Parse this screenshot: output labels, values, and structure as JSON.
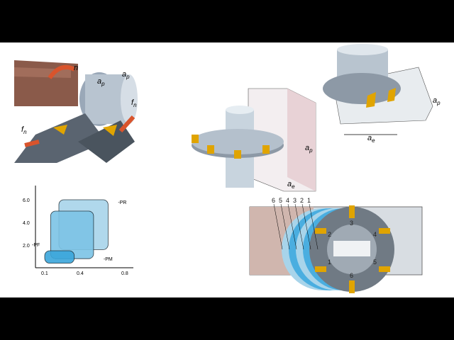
{
  "turning": {
    "spindle_label": "n",
    "depth_label": "a",
    "depth_sub": "p",
    "feed_label": "f",
    "feed_sub": "n"
  },
  "disc_mill": {
    "depth_label": "a",
    "depth_sub": "p",
    "width_label": "a",
    "width_sub": "e"
  },
  "face_mill": {
    "depth_label": "a",
    "depth_sub": "p",
    "width_label": "a",
    "width_sub": "e"
  },
  "cutter_passes": {
    "pass_numbers": [
      "6",
      "5",
      "4",
      "3",
      "2",
      "1"
    ],
    "insert_numbers": [
      "1",
      "2",
      "3",
      "4",
      "5",
      "6"
    ]
  },
  "chart_data": {
    "type": "area",
    "title": "",
    "xlabel": "",
    "ylabel": "",
    "x_ticks": [
      "0.1",
      "0.4",
      "0.8"
    ],
    "y_ticks": [
      "2.0",
      "4.0",
      "6.0"
    ],
    "xlim": [
      0,
      0.9
    ],
    "ylim": [
      0,
      7
    ],
    "series": [
      {
        "name": "-PR",
        "x_range": [
          0.22,
          0.65
        ],
        "y_range": [
          1.6,
          6.0
        ],
        "color": "#a8d4ea"
      },
      {
        "name": "-PM",
        "x_range": [
          0.15,
          0.52
        ],
        "y_range": [
          0.8,
          5.0
        ],
        "color": "#7cc4e6"
      },
      {
        "name": "-PF",
        "x_range": [
          0.1,
          0.35
        ],
        "y_range": [
          0.4,
          1.5
        ],
        "color": "#3aa6db"
      }
    ]
  }
}
